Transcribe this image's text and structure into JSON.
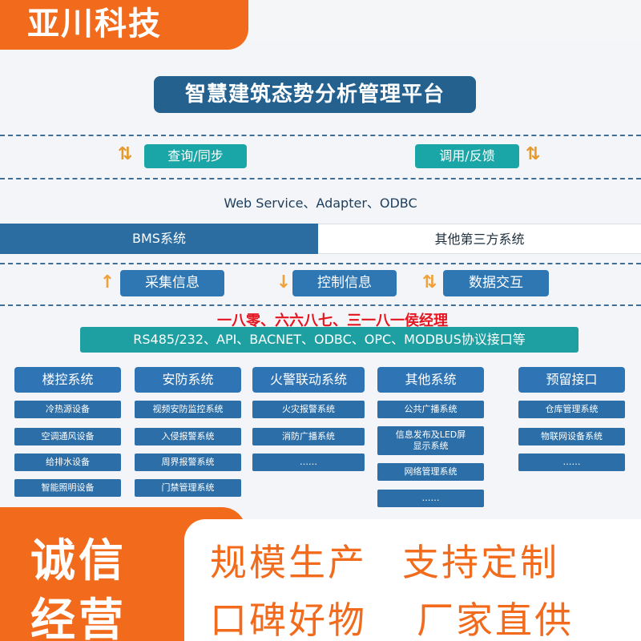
{
  "brand": "亚川科技",
  "title": "智慧建筑态势分析管理平台",
  "top_buttons": [
    "查询/同步",
    "调用/反馈"
  ],
  "interface_line": "Web Service、Adapter、ODBC",
  "bms": "BMS系统",
  "third_party": "其他第三方系统",
  "mid_buttons": [
    "采集信息",
    "控制信息",
    "数据交互"
  ],
  "red_text": "一八零、六六八七、三一八一侯经理",
  "protocols": "RS485/232、API、BACNET、ODBC、OPC、MODBUS协议接口等",
  "columns": [
    {
      "title": "楼控系统",
      "items": [
        "冷热源设备",
        "空调通风设备",
        "给排水设备",
        "智能照明设备"
      ]
    },
    {
      "title": "安防系统",
      "items": [
        "视频安防监控系统",
        "入侵报警系统",
        "周界报警系统",
        "门禁管理系统"
      ]
    },
    {
      "title": "火警联动系统",
      "items": [
        "火灾报警系统",
        "消防广播系统",
        "……"
      ]
    },
    {
      "title": "其他系统",
      "items": [
        "公共广播系统",
        "信息发布及LED屏",
        "显示系统",
        "网络管理系统",
        "……"
      ]
    },
    {
      "title": "预留接口",
      "items": [
        "仓库管理系统",
        "物联网设备系统",
        "……"
      ]
    }
  ],
  "promo": {
    "left_line1": "诚信",
    "left_line2": "经营",
    "right_line1_a": "规模生产",
    "right_line1_b": "支持定制",
    "right_line2_a": "口碑好物",
    "right_line2_b": "厂家直供"
  },
  "colors": {
    "orange": "#f26a1b",
    "navy": "#24618f",
    "teal": "#1aa6a6",
    "red": "#e4151f"
  }
}
